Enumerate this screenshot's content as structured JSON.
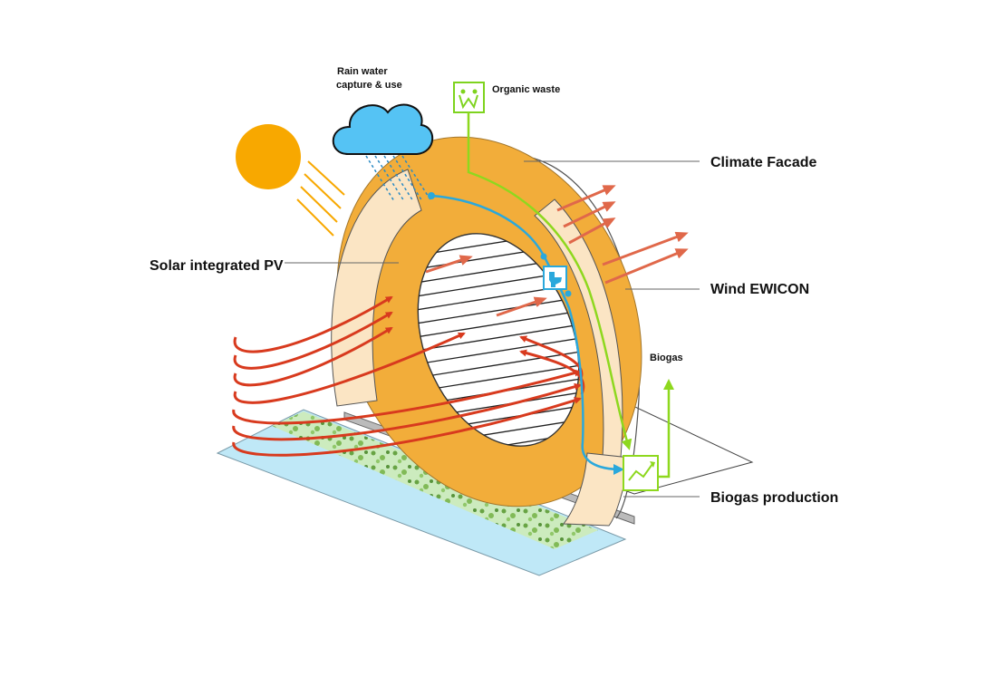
{
  "labels": {
    "rain_line1": "Rain water",
    "rain_line2": "capture & use",
    "organic_waste": "Organic waste",
    "climate_facade": "Climate Facade",
    "solar_pv": "Solar integrated PV",
    "wind_ewicon": "Wind EWICON",
    "biogas": "Biogas",
    "biogas_production": "Biogas production"
  },
  "colors": {
    "sun": "#f8a800",
    "ring": "#f2ad3a",
    "ring_light": "#fbe5c4",
    "wind_arrow": "#d83a1e",
    "exhaust_arrow": "#e0684a",
    "water": "#2aa8dc",
    "waste_line": "#8ed81e",
    "cloud": "#55c3f4",
    "ground_water": "#bfe8f7",
    "grass": "#6aa636"
  },
  "icons": {
    "sun": "sun-icon",
    "cloud": "rain-cloud-icon",
    "waste": "organic-waste-icon",
    "toilet": "toilet-icon",
    "biogas_unit": "biogas-unit-icon"
  }
}
